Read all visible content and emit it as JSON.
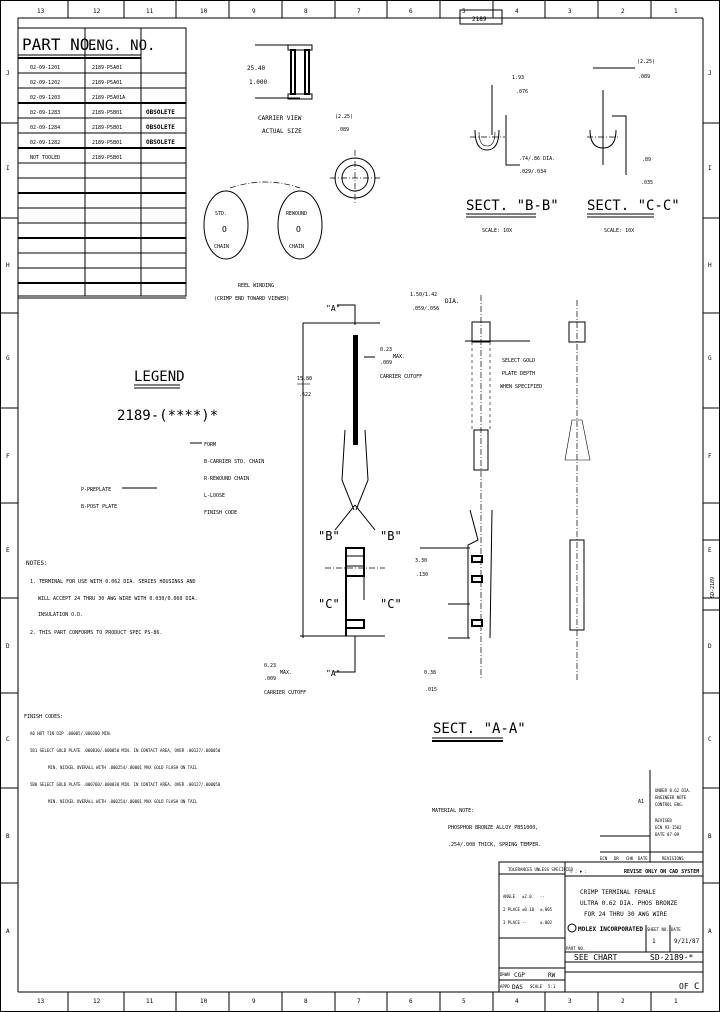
{
  "sheet": {
    "zone_numbers": [
      "13",
      "12",
      "11",
      "10",
      "9",
      "8",
      "7",
      "6",
      "5",
      "4",
      "3",
      "2",
      "1"
    ],
    "zone_letters": [
      "J",
      "I",
      "H",
      "G",
      "F",
      "E",
      "D",
      "C",
      "B",
      "A"
    ],
    "doc_tab": "2189",
    "side_tab": "SD-2189"
  },
  "parts_table": {
    "headers": [
      "PART NO.",
      "ENG. NO."
    ],
    "rows": [
      {
        "part": "02-09-1201",
        "eng": "2189-P5A01",
        "status": ""
      },
      {
        "part": "02-09-1202",
        "eng": "2189-P5A01",
        "status": ""
      },
      {
        "part": "02-09-1203",
        "eng": "2189-P5A01A",
        "status": ""
      },
      {
        "part": "02-09-1283",
        "eng": "2189-P5B01",
        "status": "OBSOLETE"
      },
      {
        "part": "02-09-1284",
        "eng": "2189-P5B01",
        "status": "OBSOLETE"
      },
      {
        "part": "02-09-1282",
        "eng": "2189-P5B01",
        "status": "OBSOLETE"
      },
      {
        "part": "NOT TOOLED",
        "eng": "2189-P5B01",
        "status": ""
      }
    ]
  },
  "carrier_view": {
    "dim_mm": "25.40",
    "dim_in": "1.000",
    "label_1": "CARRIER VIEW",
    "label_2": "ACTUAL SIZE"
  },
  "reel": {
    "left_line1": "STD.",
    "left_line2": "O",
    "left_line3": "CHAIN",
    "right_line1": "REWOUND",
    "right_line2": "O",
    "right_line3": "CHAIN",
    "caption_1": "REEL WINDING",
    "caption_2": "(CRIMP END TOWARD VIEWER)"
  },
  "legend": {
    "title": "LEGEND",
    "code": "2189-(****)*",
    "right_items": [
      "FORM",
      "B-CARRIER STD. CHAIN",
      "R-REWOUND CHAIN",
      "L-LOOSE",
      "FINISH CODE"
    ],
    "left_items": [
      "P-PREPLATE",
      "B-POST PLATE"
    ]
  },
  "notes": {
    "title": "NOTES:",
    "lines": [
      "1. TERMINAL FOR USE WITH 0.062 DIA. SERIES HOUSINGS AND",
      "WILL ACCEPT 24 THRU 30 AWG WIRE WITH 0.030/0.060 DIA.",
      "INSULATION O.D.",
      "2. THIS PART CONFORMS TO PRODUCT SPEC PS-86."
    ]
  },
  "finish": {
    "title": "FINISH CODES:",
    "lines": [
      "A0  HOT TIN DIP .00005/.000200 MIN.",
      "5B1 SELECT GOLD PLATE .000030/.000050 MIN. IN CONTACT AREA, OVER .00127/.000050",
      "MIN. NICKEL OVERALL WITH .000254/.00001 MAX GOLD FLASH ON TAIL",
      "5B8 SELECT GOLD PLATE .000760/.000030 MIN. IN CONTACT AREA, OVER .00127/.000050",
      "MIN. NICKEL OVERALL WITH .000254/.00001 MAX GOLD FLASH ON TAIL"
    ]
  },
  "material": {
    "title": "MATERIAL NOTE:",
    "line1": "PHOSPHOR BRONZE ALLOY PB51000,",
    "line2": ".254/.008 THICK, SPRING TEMPER."
  },
  "section_b": {
    "title": "SECT. \"B-B\"",
    "scale": "SCALE: 10X",
    "dim1_a": "1.93",
    "dim1_b": ".076",
    "dim2_a": ".74/.86 DIA.",
    "dim2_b": ".029/.034"
  },
  "section_c": {
    "title": "SECT. \"C-C\"",
    "scale": "SCALE: 10X",
    "dim1_a": "(2.25)",
    "dim1_b": ".089",
    "dim2_a": ".89",
    "dim2_b": ".035"
  },
  "section_a": {
    "title": "SECT. \"A-A\"",
    "dia_a": "1.50/1.42",
    "dia_b": ".059/.056",
    "dia_label": "DIA.",
    "note_1": "SELECT GOLD",
    "note_2": "PLATE DEPTH",
    "note_3": "WHEN SPECIFIED",
    "dim_a": "3.30",
    "dim_b": ".130",
    "dim_c": "0.38",
    "dim_d": ".015"
  },
  "main_view": {
    "label_a": "\"A\"",
    "label_b_left": "\"B\"",
    "label_b_right": "\"B\"",
    "label_c_left": "\"C\"",
    "label_c_right": "\"C\"",
    "length_a": "15.80",
    "length_b": ".622",
    "cutoff_top_a": "0.23",
    "cutoff_top_b": ".009",
    "cutoff_top_max": "MAX.",
    "cutoff_top_label": "CARRIER CUTOFF",
    "cutoff_bot_a": "0.23",
    "cutoff_bot_b": ".009",
    "cutoff_bot_max": "MAX.",
    "cutoff_bot_label": "CARRIER CUTOFF"
  },
  "revision_block": {
    "rev": "A1",
    "rev_desc": [
      "UNDER 0.62 DIA.",
      "ENGINEER NOTE",
      "CONTROL ENG."
    ],
    "rev_note": [
      "REVISED",
      "ECN 93-1502",
      "DATE 07-09"
    ],
    "rev_label": "REVISIONS",
    "cols": [
      "ECN",
      "DR",
      "CHK",
      "DATE"
    ]
  },
  "title_block": {
    "revise_note": "REVISE ONLY ON CAD SYSTEM",
    "title_1": "CRIMP TERMINAL FEMALE",
    "title_2": "ULTRA 0.62 DIA. PHOS BRONZE",
    "title_3": "FOR 24 THRU 30 AWG WIRE",
    "company": "MOLEX INCORPORATED",
    "sheet_label": "SHEET NO.",
    "sheet": "1",
    "date_label": "DATE",
    "date": "9/21/87",
    "part_no_label": "PART NO.",
    "part_no": "SEE CHART",
    "doc_no": "SD-2189-*",
    "drawn_label": "DRWN",
    "drawn": "CGP",
    "chk": "RW",
    "appd_label": "APPD",
    "appd": "DAS",
    "scale_label": "SCALE",
    "scale": "5:1",
    "sheet_of": "OF",
    "rev": "C",
    "tol_header": "TOLERANCES UNLESS SPECIFIED",
    "tol_rows": [
      [
        "ANGLE",
        "±2.0",
        "--"
      ],
      [
        "2 PLACE",
        "±0.10",
        "±.005"
      ],
      [
        "3 PLACE",
        "--",
        "±.002"
      ]
    ]
  }
}
